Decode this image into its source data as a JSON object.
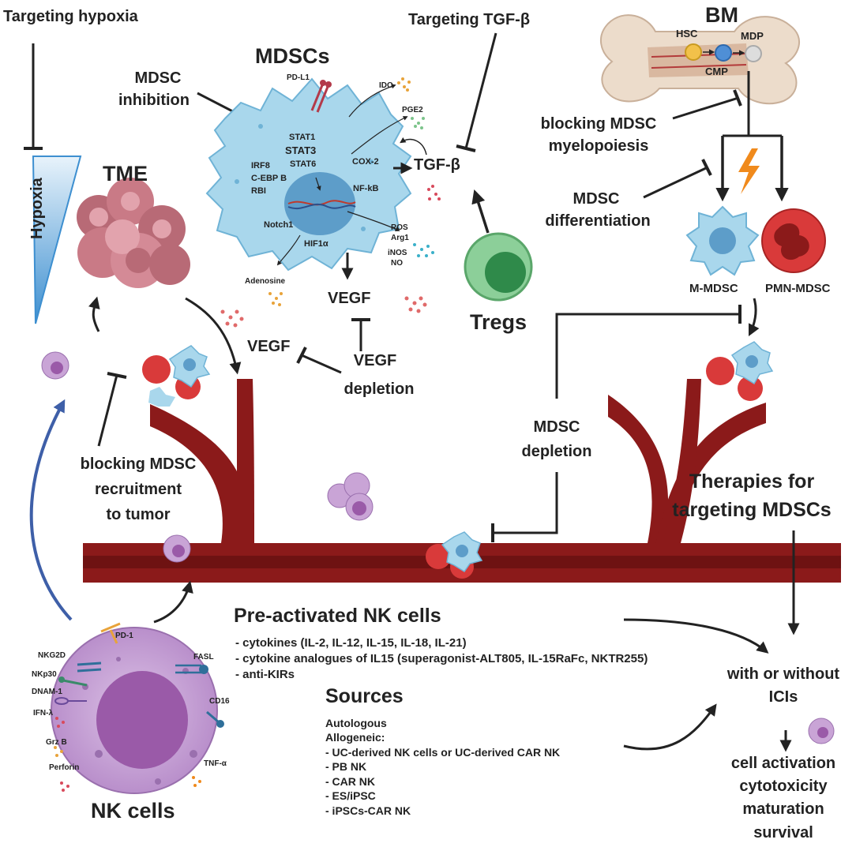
{
  "labels": {
    "targeting_hypoxia": "Targeting hypoxia",
    "hypoxia": "Hypoxia",
    "mdscs": "MDSCs",
    "mdsc_inhibition_1": "MDSC",
    "mdsc_inhibition_2": "inhibition",
    "tme": "TME",
    "targeting_tgfb": "Targeting TGF-β",
    "tgfb": "TGF-β",
    "tregs": "Tregs",
    "bm": "BM",
    "hsc": "HSC",
    "mdp": "MDP",
    "cmp": "CMP",
    "blocking_myelo_1": "blocking MDSC",
    "blocking_myelo_2": "myelopoiesis",
    "mdsc_diff_1": "MDSC",
    "mdsc_diff_2": "differentiation",
    "m_mdsc": "M-MDSC",
    "pmn_mdsc": "PMN-MDSC",
    "vegf_center": "VEGF",
    "vegf_left": "VEGF",
    "vegf_depl_1": "VEGF",
    "vegf_depl_2": "depletion",
    "blocking_recruit_1": "blocking MDSC",
    "blocking_recruit_2": "recruitment",
    "blocking_recruit_3": "to tumor",
    "mdsc_depl_1": "MDSC",
    "mdsc_depl_2": "depletion",
    "therapies_1": "Therapies for",
    "therapies_2": "targeting MDSCs",
    "preactivated": "Pre-activated NK cells",
    "with_ici_1": "with or without",
    "with_ici_2": "ICIs",
    "nk_cells": "NK cells",
    "sources": "Sources"
  },
  "mdsc_internal": {
    "pd_l1": "PD-L1",
    "ido": "IDO",
    "pge2": "PGE2",
    "stat1": "STAT1",
    "stat3": "STAT3",
    "stat6": "STAT6",
    "irf8": "IRF8",
    "cebpb": "C-EBP B",
    "rbi": "RBI",
    "cox2": "COX-2",
    "nfkb": "NF-kB",
    "notch1": "Notch1",
    "hif1a": "HIF1α",
    "ros": "ROS",
    "arg1": "Arg1",
    "inos": "iNOS",
    "no": "NO",
    "adenosine": "Adenosine"
  },
  "nk_receptors": {
    "pd1": "PD-1",
    "nkg2d": "NKG2D",
    "nkp30": "NKp30",
    "dnam1": "DNAM-1",
    "ifn": "IFN-λ",
    "grzb": "Grz B",
    "perforin": "Perforin",
    "fasl": "FASL",
    "cd16": "CD16",
    "tnfa": "TNF-α"
  },
  "preactivated_items": [
    "- cytokines (IL-2, IL-12, IL-15, IL-18, IL-21)",
    "- cytokine analogues of IL15 (superagonist-ALT805, IL-15RaFc, NKTR255)",
    "- anti-KIRs"
  ],
  "sources_items": [
    "Autologous",
    "Allogeneic:",
    "- UC-derived NK cells or UC-derived CAR NK",
    "- PB NK",
    "- CAR NK",
    "- ES/iPSC",
    "- iPSCs-CAR NK"
  ],
  "outcomes": [
    "cell activation",
    "cytotoxicity",
    "maturation",
    "survival"
  ],
  "colors": {
    "vessel": "#8b1a1a",
    "vessel_inner": "#5e0d0d",
    "mdsc_body": "#a9d7ec",
    "mdsc_nucleus": "#5d9dc9",
    "nk_body": "#c9a4d6",
    "nk_nucleus": "#9a5aa8",
    "treg_outer": "#7cc48b",
    "treg_inner": "#2f8a4a",
    "tumor": "#c97a86",
    "pmn": "#d93a3a",
    "hypoxia_blue": "#3d8fd0",
    "arrow_blue": "#3e5fa8",
    "lightning": "#f08a1c"
  }
}
